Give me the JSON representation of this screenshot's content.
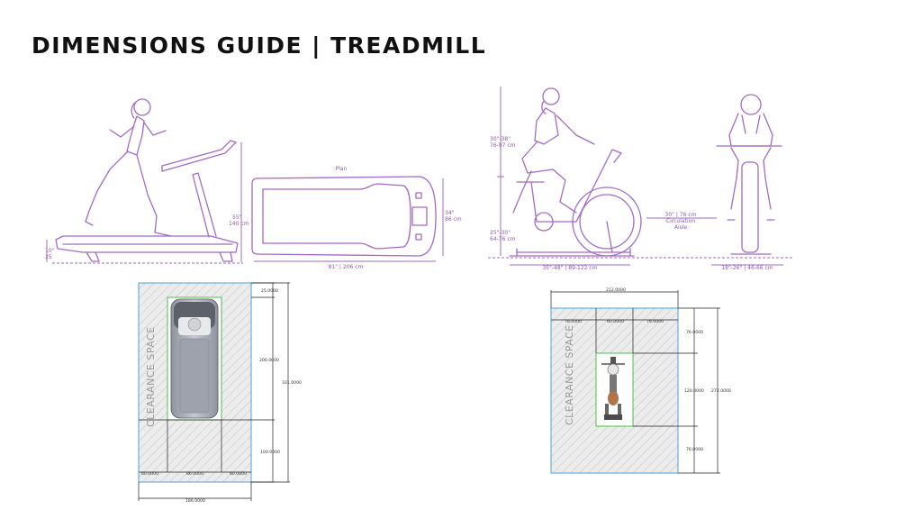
{
  "title": "DIMENSIONS GUIDE | TREADMILL",
  "treadmill_elevation": {
    "deck_height": [
      "10\"",
      "25"
    ],
    "height": [
      "55\"",
      "140 cm"
    ]
  },
  "treadmill_plan": {
    "label": "Plan",
    "length": "81\" | 206 cm",
    "width": [
      "34\"",
      "86 cm"
    ]
  },
  "bike_side": {
    "top_height": [
      "30\"-38\"",
      "76-97 cm"
    ],
    "seat_height": [
      "25\"-30\"",
      "64-76 cm"
    ],
    "length": "35\"-48\" | 89-122 cm"
  },
  "aisle": [
    "30\" | 76 cm",
    "Circulation",
    "Aisle"
  ],
  "bike_front": {
    "width": "18\"-26\" | 46-66 cm"
  },
  "treadmill_clearance": {
    "label": "CLEARANCE SPACE",
    "top_margin": "25.0000",
    "machine_length": "206.0000",
    "total_length": "331.0000",
    "rear_clearance": "100.0000",
    "side_left": "60.0000",
    "machine_width": "86.0000",
    "side_right": "60.0000",
    "total_width": "186.0000"
  },
  "bike_clearance": {
    "label": "CLEARANCE SPACE",
    "total_width": "212.0000",
    "side_left": "76.0000",
    "machine_width": "60.0000",
    "side_right": "76.0000",
    "front_clearance": "76.0000",
    "machine_length": "120.0000",
    "rear_clearance": "76.0000",
    "total_length": "272.0000"
  }
}
